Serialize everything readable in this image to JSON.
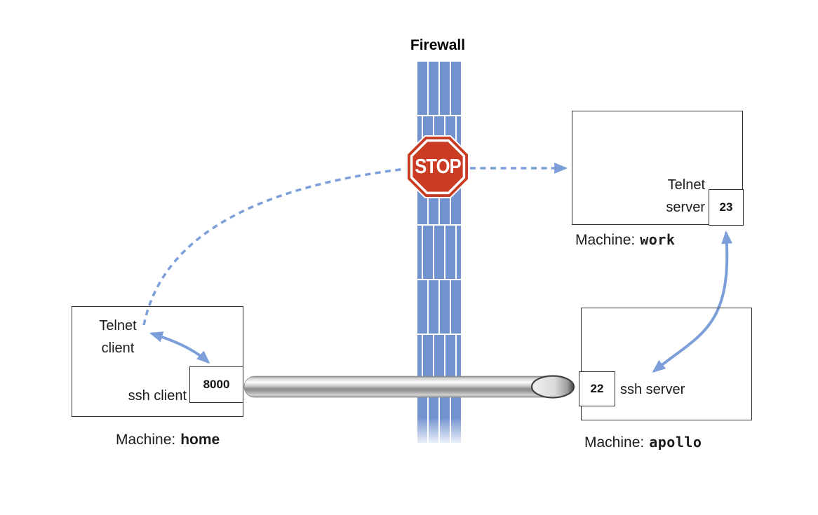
{
  "firewall": {
    "label": "Firewall",
    "stop_label": "STOP"
  },
  "labels": {
    "machine_prefix": "Machine:"
  },
  "machines": {
    "home": {
      "name": "home",
      "telnet_client": "Telnet\nclient",
      "ssh_client": "ssh client",
      "port": "8000"
    },
    "work": {
      "name": "work",
      "telnet_server": "Telnet\nserver",
      "port": "23"
    },
    "apollo": {
      "name": "apollo",
      "ssh_server": "ssh server",
      "port": "22"
    }
  },
  "colors": {
    "brick_blue": "#7393D0",
    "arrow_blue": "#7D9FD9",
    "stop_red": "#CA3B23"
  }
}
